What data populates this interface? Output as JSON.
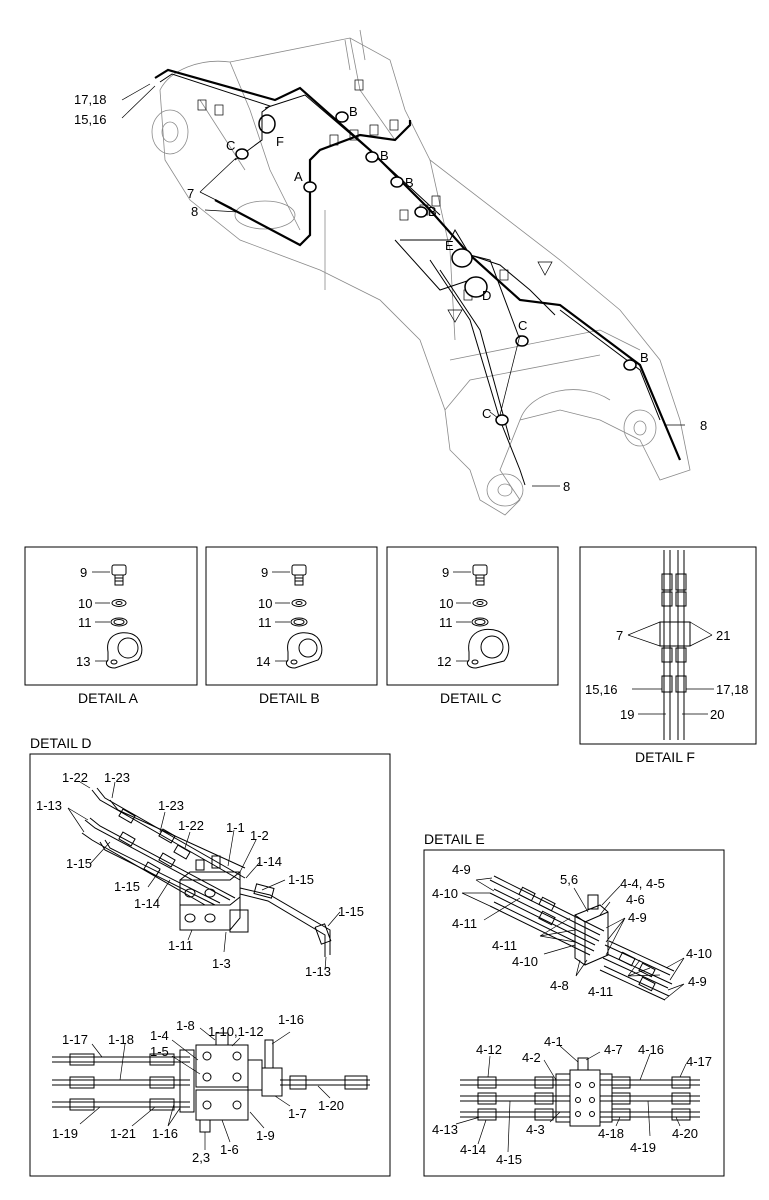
{
  "main": {
    "labels": [
      "17,18",
      "15,16",
      "C",
      "F",
      "A",
      "7",
      "8",
      "B",
      "B",
      "B",
      "B",
      "E",
      "D",
      "C",
      "B",
      "C",
      "8",
      "8"
    ]
  },
  "details": {
    "a": {
      "title": "DETAIL A",
      "labels": [
        "9",
        "10",
        "11",
        "13"
      ]
    },
    "b": {
      "title": "DETAIL B",
      "labels": [
        "9",
        "10",
        "11",
        "14"
      ]
    },
    "c": {
      "title": "DETAIL C",
      "labels": [
        "9",
        "10",
        "11",
        "12"
      ]
    },
    "f": {
      "title": "DETAIL F",
      "labels": [
        "7",
        "21",
        "15,16",
        "17,18",
        "19",
        "20"
      ]
    },
    "d": {
      "title": "DETAIL D",
      "top_labels": [
        "1-22",
        "1-23",
        "1-13",
        "1-23",
        "1-22",
        "1-1",
        "1-2",
        "1-14",
        "1-15",
        "1-15",
        "1-15",
        "1-14",
        "1-11",
        "1-3",
        "1-15",
        "1-13"
      ],
      "bottom_labels": [
        "1-8",
        "1-10,1-12",
        "1-16",
        "1-4",
        "1-5",
        "1-17",
        "1-18",
        "1-19",
        "1-21",
        "1-16",
        "2,3",
        "1-6",
        "1-9",
        "1-7",
        "1-20"
      ]
    },
    "e": {
      "title": "DETAIL E",
      "top_labels": [
        "4-9",
        "4-10",
        "4-11",
        "5,6",
        "4-4, 4-5",
        "4-6",
        "4-9",
        "4-11",
        "4-10",
        "4-8",
        "4-11",
        "4-10",
        "4-9"
      ],
      "bottom_labels": [
        "4-1",
        "4-2",
        "4-12",
        "4-7",
        "4-16",
        "4-17",
        "4-13",
        "4-14",
        "4-15",
        "4-3",
        "4-18",
        "4-19",
        "4-20"
      ]
    }
  }
}
